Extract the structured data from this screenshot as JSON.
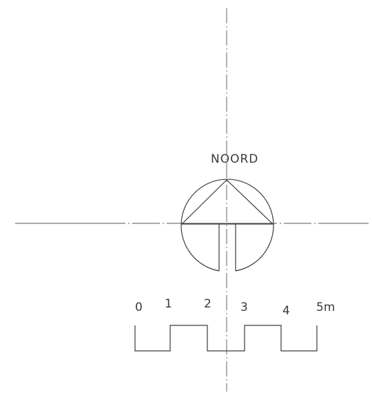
{
  "north_label": "NOORD",
  "scale": {
    "labels": [
      "0",
      "1",
      "2",
      "3",
      "4",
      "5m"
    ]
  },
  "colors": {
    "ink": "#3a3a3a",
    "background": "#ffffff"
  }
}
